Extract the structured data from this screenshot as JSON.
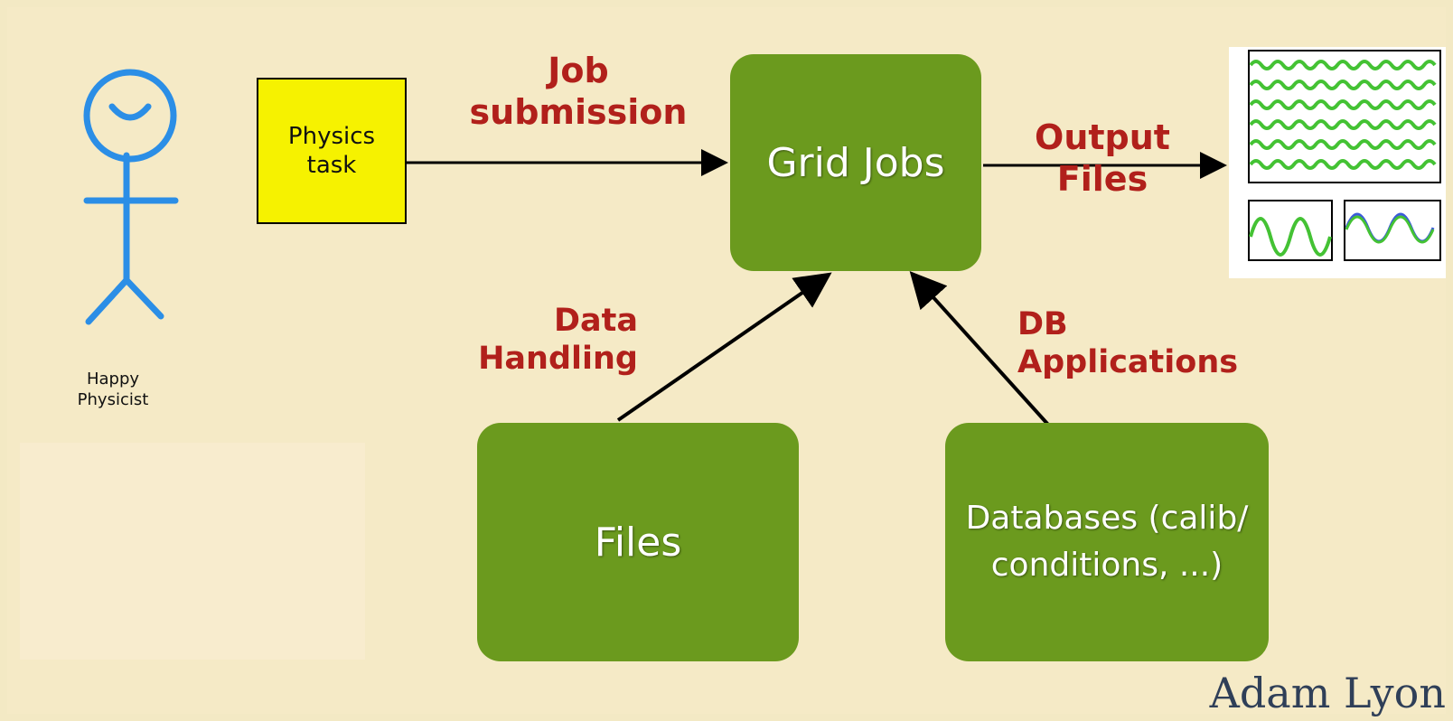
{
  "nodes": {
    "physics_task": "Physics\ntask",
    "grid_jobs": "Grid Jobs",
    "files": "Files",
    "databases": "Databases (calib/\nconditions, ...)"
  },
  "edge_labels": {
    "job_submission": "Job\nsubmission",
    "output_files": "Output\nFiles",
    "data_handling": "Data\nHandling",
    "db_applications": "DB\nApplications"
  },
  "caption": "Happy\nPhysicist",
  "author": "Adam Lyon",
  "colors": {
    "box_green": "#6b9a1e",
    "label_red": "#b1201b",
    "task_yellow": "#f6f200",
    "stick_blue": "#2b8ee6",
    "background": "#f5eac6"
  },
  "icons": [
    "stick-figure-icon",
    "output-plots-icon"
  ]
}
